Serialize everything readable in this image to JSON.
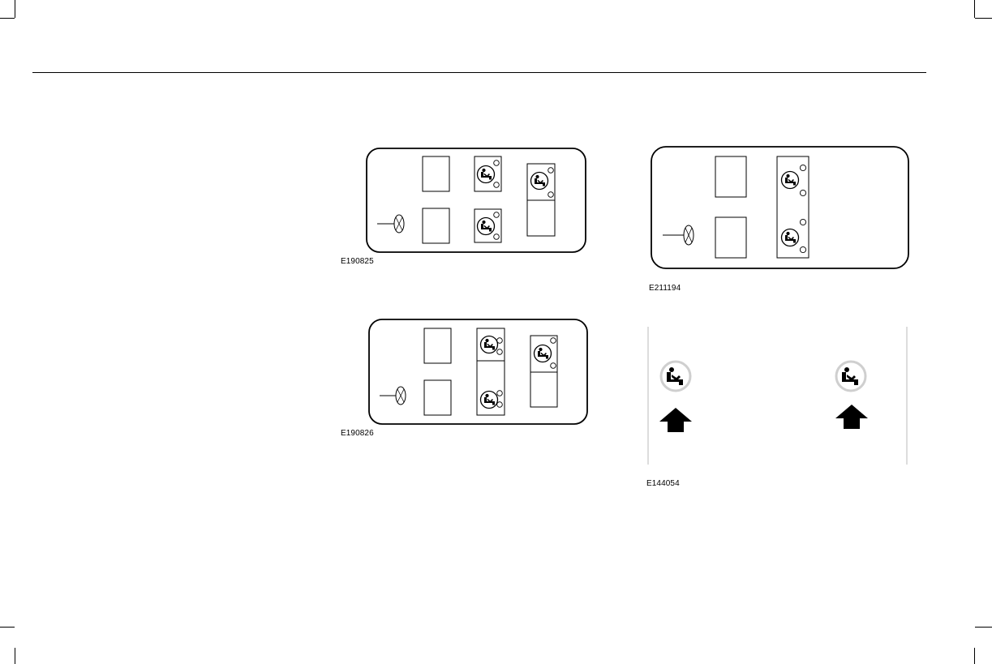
{
  "page": {
    "figures": [
      {
        "code": "E190825",
        "icon": "child-seat-isofix-diagram"
      },
      {
        "code": "E190826",
        "icon": "child-seat-isofix-diagram"
      },
      {
        "code": "E211194",
        "icon": "child-seat-isofix-diagram"
      },
      {
        "code": "E144054",
        "icon": "child-seat-anchor-symbol"
      }
    ]
  }
}
